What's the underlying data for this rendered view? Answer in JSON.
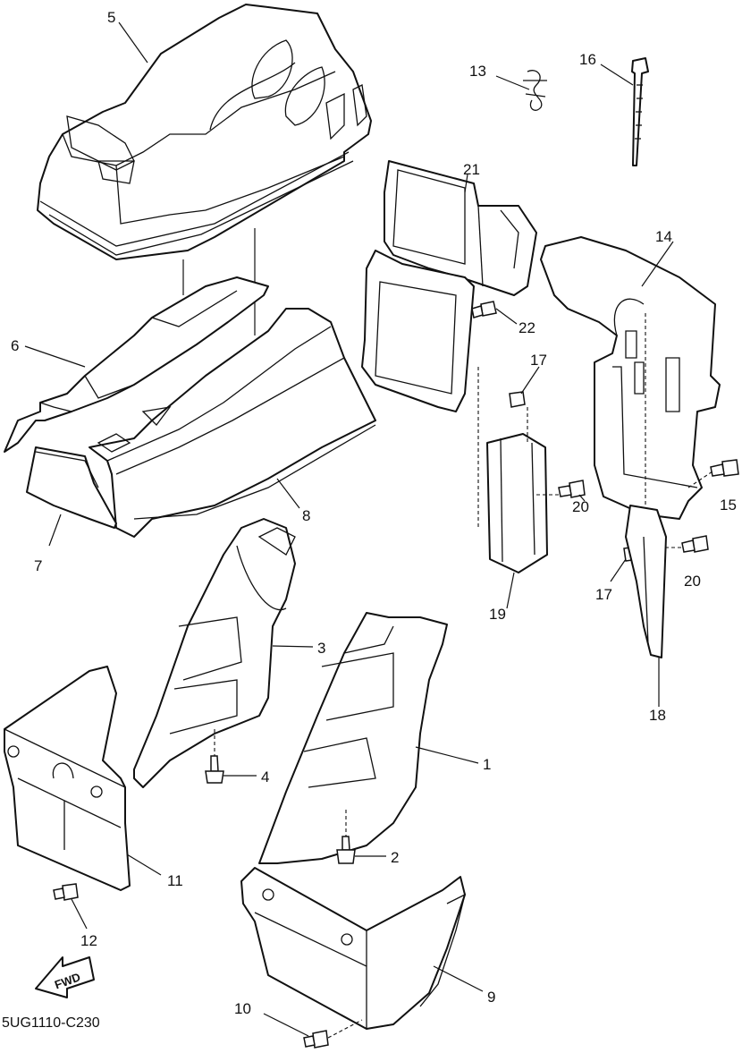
{
  "diagram_code": "5UG1110-C230",
  "direction_arrow": {
    "label": "FWD",
    "icon": "forward-arrow-icon"
  },
  "callouts": {
    "c1": "1",
    "c2": "2",
    "c3": "3",
    "c4": "4",
    "c5": "5",
    "c6": "6",
    "c7": "7",
    "c8": "8",
    "c9": "9",
    "c10": "10",
    "c11": "11",
    "c12": "12",
    "c13": "13",
    "c14": "14",
    "c15": "15",
    "c16": "16",
    "c17a": "17",
    "c17b": "17",
    "c18": "18",
    "c19": "19",
    "c20a": "20",
    "c20b": "20",
    "c21": "21",
    "c22": "22"
  }
}
